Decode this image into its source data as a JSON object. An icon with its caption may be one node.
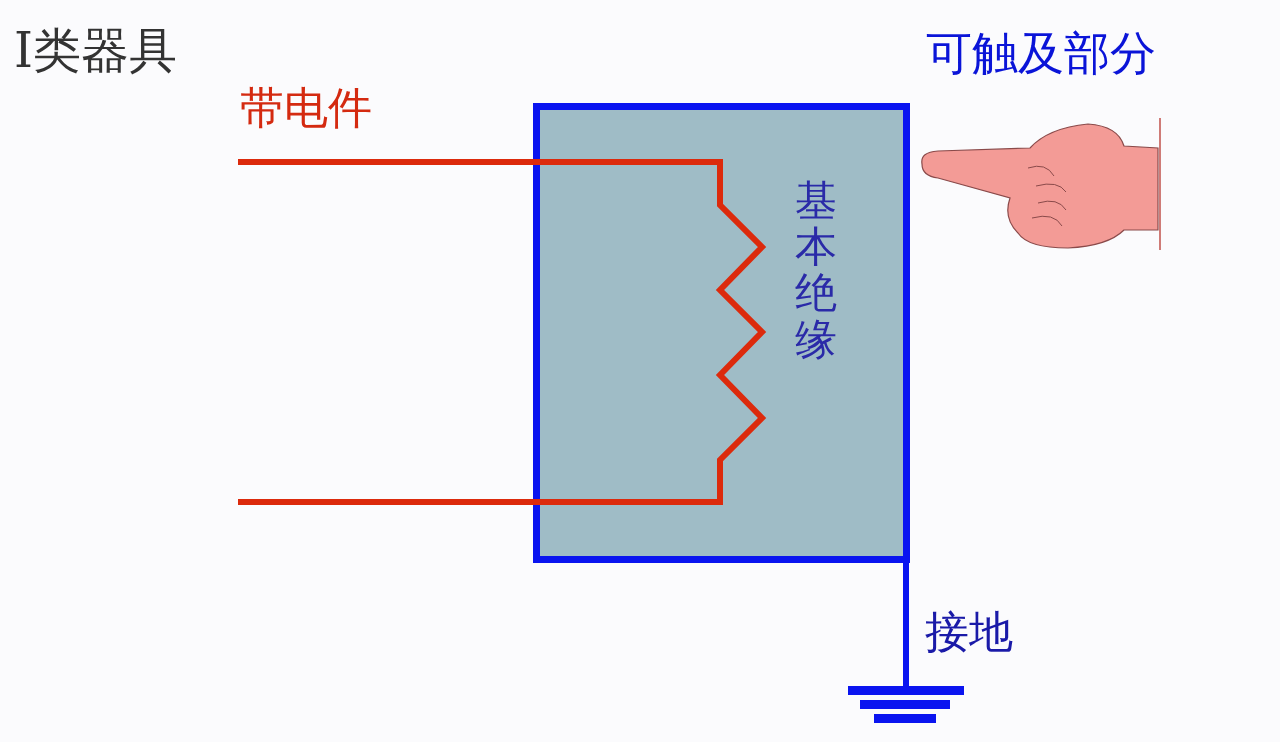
{
  "diagram": {
    "title": "I类器具",
    "nodes": [
      {
        "text": [
          "基本绝缘"
        ]
      },
      {
        "text": [],
        "shape": "ground"
      }
    ],
    "edges": [
      {
        "from": 0,
        "to": 1,
        "arrow": "none"
      }
    ],
    "labels": [
      "带电件",
      "可触及部分",
      "接地"
    ]
  }
}
